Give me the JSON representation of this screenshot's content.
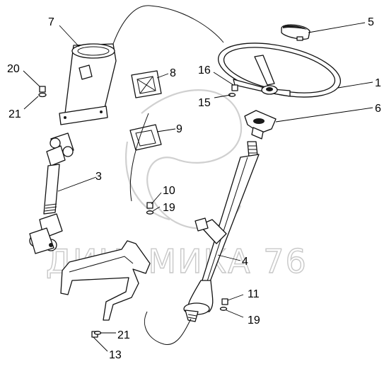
{
  "watermark": {
    "text": "ДИНАМИКА 76"
  },
  "parts": [
    {
      "id": "1",
      "label": "1"
    },
    {
      "id": "3",
      "label": "3"
    },
    {
      "id": "4",
      "label": "4"
    },
    {
      "id": "5",
      "label": "5"
    },
    {
      "id": "6",
      "label": "6"
    },
    {
      "id": "7",
      "label": "7"
    },
    {
      "id": "8",
      "label": "8"
    },
    {
      "id": "9",
      "label": "9"
    },
    {
      "id": "10",
      "label": "10"
    },
    {
      "id": "11",
      "label": "11"
    },
    {
      "id": "13",
      "label": "13"
    },
    {
      "id": "15",
      "label": "15"
    },
    {
      "id": "16",
      "label": "16"
    },
    {
      "id": "19a",
      "label": "19"
    },
    {
      "id": "19b",
      "label": "19"
    },
    {
      "id": "20",
      "label": "20"
    },
    {
      "id": "21a",
      "label": "21"
    },
    {
      "id": "21b",
      "label": "21"
    }
  ]
}
